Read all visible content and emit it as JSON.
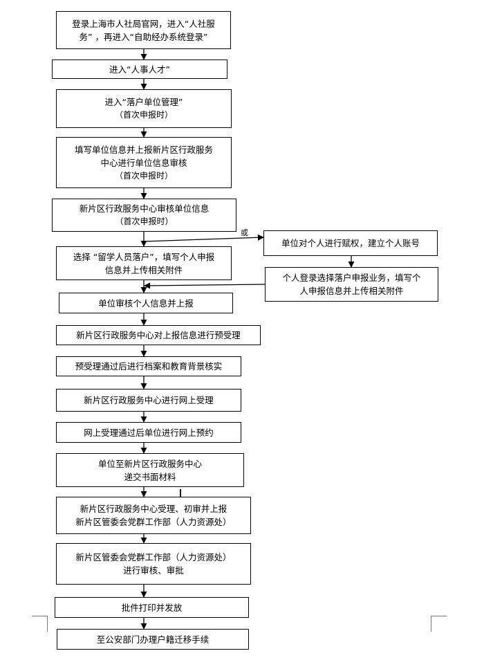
{
  "steps": {
    "s1": [
      "登录上海市人社局官网，进入“人社服",
      "务”  ，再进入“自助经办系统登录”"
    ],
    "s2": [
      "进入“人事人才”"
    ],
    "s3": [
      "进入“落户单位管理”",
      "（首次申报时）"
    ],
    "s4": [
      "填写单位信息并上报新片区行政服务",
      "中心进行单位信息审核",
      "（首次申报时）"
    ],
    "s5": [
      "新片区行政服务中心审核单位信息",
      "（首次申报时）"
    ],
    "s6": [
      "选择 “留学人员落户”，填写个人申报",
      "信息并上传相关附件"
    ],
    "s6b": [
      "单位对个人进行赋权，建立个人账号"
    ],
    "s6c": [
      "个人登录选择落户申报业务，填写个",
      "人申报信息并上传相关附件"
    ],
    "s7": [
      "单位审核个人信息并上报"
    ],
    "s8": [
      "新片区行政服务中心对上报信息进行预受理"
    ],
    "s9": [
      "预受理通过后进行档案和教育背景核实"
    ],
    "s10": [
      "新片区行政服务中心进行网上受理"
    ],
    "s11": [
      "网上受理通过后单位进行网上预约"
    ],
    "s12": [
      "单位至新片区行政服务中心",
      "递交书面材料"
    ],
    "s13": [
      "新片区行政服务中心受理、初审并上报",
      "新片区管委会党群工作部（人力资源处）"
    ],
    "s14": [
      "新片区管委会党群工作部（人力资源处）",
      "进行审核、审批"
    ],
    "s15": [
      "批件打印并发放"
    ],
    "s16": [
      "至公安部门办理户籍迁移手续"
    ]
  },
  "or_label": "或"
}
